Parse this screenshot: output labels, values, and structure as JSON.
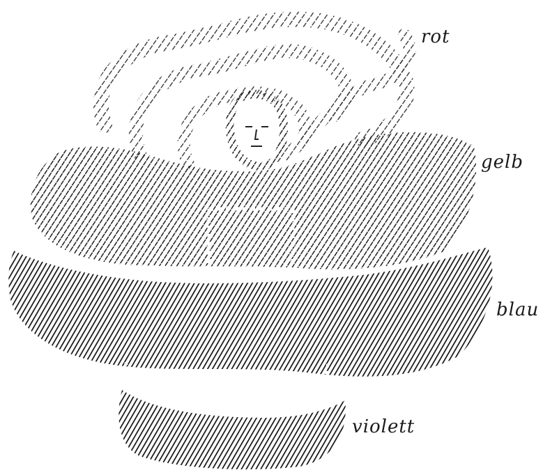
{
  "labels": {
    "rot": "rot",
    "gelb": "gelb",
    "blau": "blau",
    "violett": "violett"
  },
  "colors": {
    "ink": "#1a1a1a",
    "background": "#ffffff"
  }
}
